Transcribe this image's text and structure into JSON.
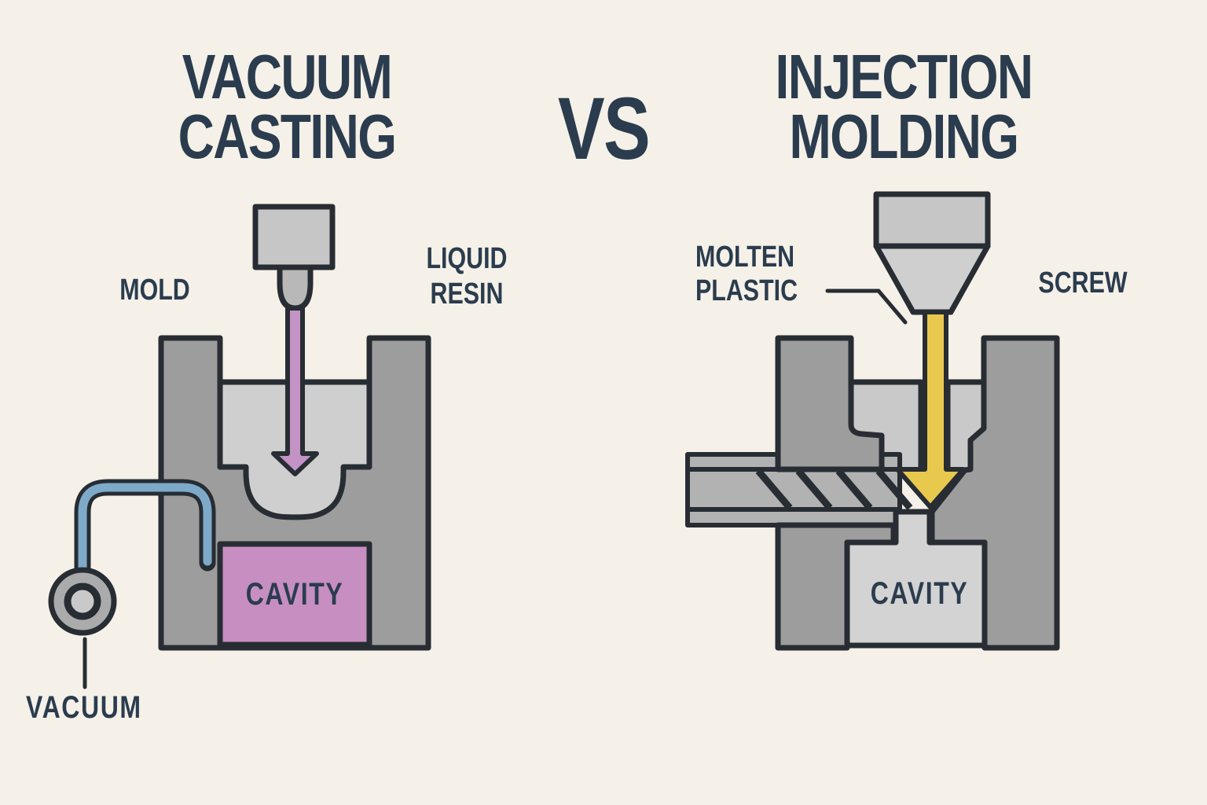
{
  "colors": {
    "background": "#f5f1e8",
    "ink": "#2b3c4e",
    "outline": "#272d33",
    "mold_gray": "#9d9d9d",
    "pool_gray": "#cfcfcf",
    "hopper_gray": "#c6c6c6",
    "nozzle_gray": "#b8b8b8",
    "plate_gray": "#c9c9c9",
    "barrel_gray": "#b2b2b2",
    "cavity_gray": "#d3d3d3",
    "pump_gray": "#ababab",
    "resin_purple": "#c493c5",
    "cavity_purple": "#c78ec1",
    "vacuum_blue": "#7eaac9",
    "plastic_yellow": "#e9c94d"
  },
  "header": {
    "left_title": [
      "VACUUM",
      "CASTING"
    ],
    "versus": "VS",
    "right_title": [
      "INJECTION",
      "MOLDING"
    ]
  },
  "left_diagram": {
    "labels": {
      "mold": "MOLD",
      "liquid_resin": [
        "LIQUID",
        "RESIN"
      ],
      "cavity": "CAVITY",
      "vacuum": "VACUUM"
    }
  },
  "right_diagram": {
    "labels": {
      "molten_plastic": [
        "MOLTEN",
        "PLASTIC"
      ],
      "screw": "SCREW",
      "cavity": "CAVITY"
    }
  }
}
